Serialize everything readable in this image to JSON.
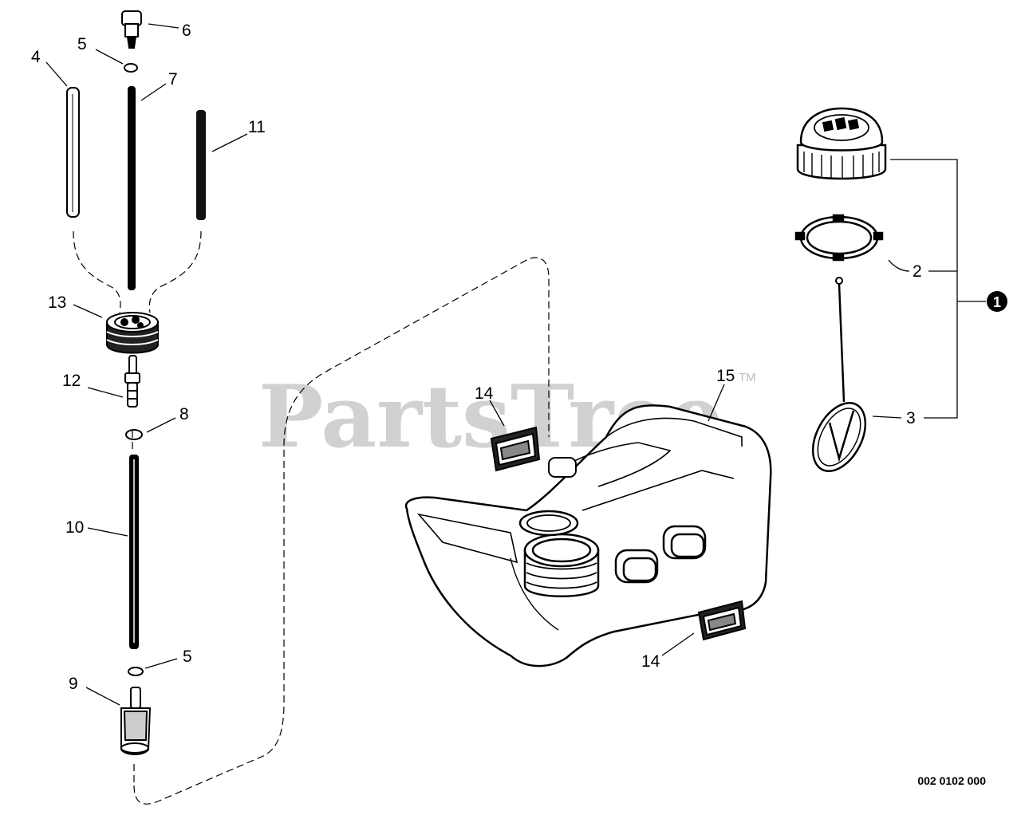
{
  "watermark": {
    "text": "PartsTree",
    "trademark": "TM"
  },
  "drawing_code": "002 0102 000",
  "callouts": {
    "c4": "4",
    "c5a": "5",
    "c6": "6",
    "c7": "7",
    "c11": "11",
    "c13": "13",
    "c12": "12",
    "c8": "8",
    "c10": "10",
    "c5b": "5",
    "c9": "9",
    "c14a": "14",
    "c15": "15",
    "c14b": "14",
    "c2": "2",
    "c3": "3",
    "assembly": "1"
  }
}
